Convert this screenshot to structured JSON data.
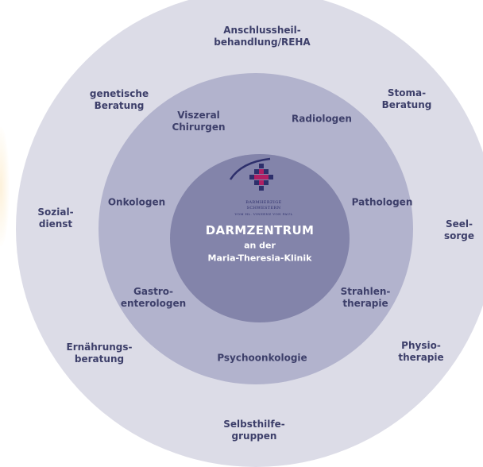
{
  "colors": {
    "outer_ring": "#dcdce7",
    "middle_ring": "#b2b3cd",
    "center": "#8384aa",
    "label_text": "#3d3f6a",
    "center_text": "#ffffff",
    "logo_navy": "#2d2f6b",
    "logo_magenta": "#b01f63"
  },
  "center": {
    "title": "DARMZENTRUM",
    "line2": "an der",
    "line3": "Maria-Theresia-Klinik",
    "logo": {
      "line1": "BARMHERZIGE",
      "line2": "SCHWESTERN",
      "line3": "VOM HL. VINZENZ VON PAUL",
      "icon": "cross-of-squares-logo"
    }
  },
  "middle_ring": {
    "viszeral": "Viszeral\nChirurgen",
    "radiologen": "Radiologen",
    "onkologen": "Onkologen",
    "pathologen": "Pathologen",
    "gastro": "Gastro-\nenterologen",
    "strahlen": "Strahlen-\ntherapie",
    "psychoonkologie": "Psychoonkologie"
  },
  "outer_ring": {
    "anschluss": "Anschlussheil-\nbehandlung/REHA",
    "genetische": "genetische\nBeratung",
    "stoma": "Stoma-\nBeratung",
    "sozial": "Sozial-\ndienst",
    "seelsorge": "Seel-\nsorge",
    "ernaehrung": "Ernährungs-\nberatung",
    "physio": "Physio-\ntherapie",
    "selbsthilfe": "Selbsthilfe-\ngruppen"
  }
}
